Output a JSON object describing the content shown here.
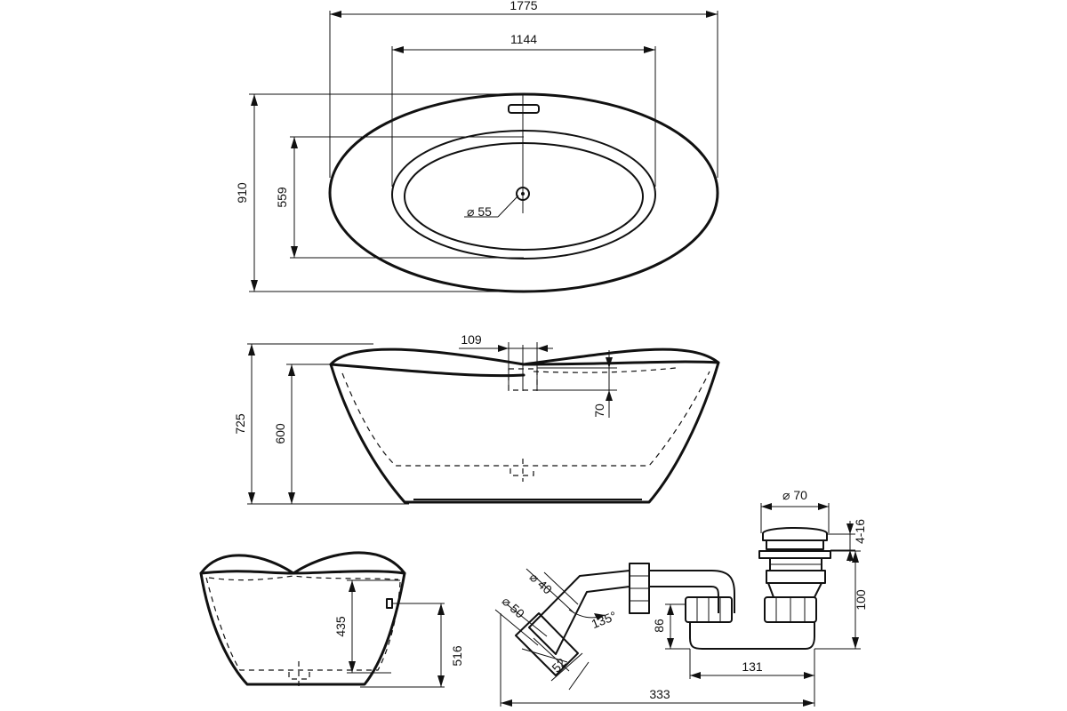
{
  "dimensions": {
    "top_length": "1775",
    "inner_length": "1144",
    "top_width": "910",
    "inner_width": "559",
    "drain_diameter": "⌀ 55",
    "overflow_offset": "109",
    "overflow_height": "70",
    "side_height": "725",
    "side_inner_height": "600",
    "end_inner_height": "435",
    "end_height": "516",
    "plug_diameter": "⌀ 70",
    "plug_stroke": "4-16",
    "trap_height": "100",
    "pipe_d40": "⌀ 40",
    "pipe_d50": "⌀ 50",
    "angle": "135°",
    "riser_height": "86",
    "outlet_length": "52",
    "drain_span": "131",
    "total_span": "333"
  }
}
